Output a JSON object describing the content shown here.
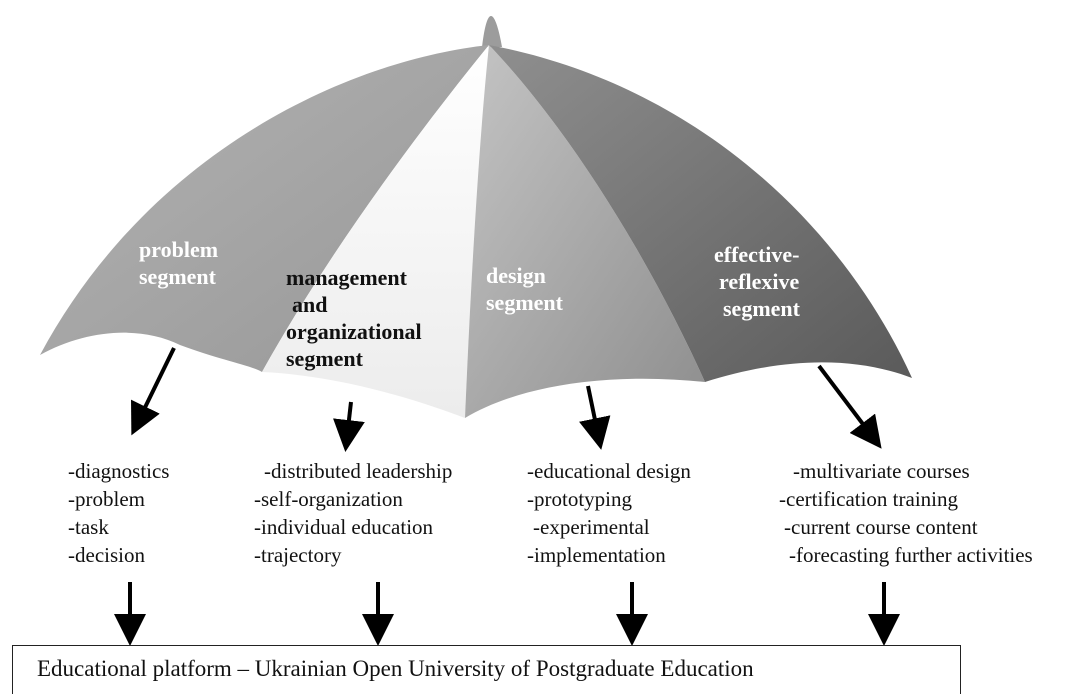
{
  "segments": {
    "problem": {
      "line1": "problem",
      "line2": "segment"
    },
    "management": {
      "line1": "management",
      "line2": "and",
      "line3": "organizational",
      "line4": "segment"
    },
    "design": {
      "line1": "design",
      "line2": "segment"
    },
    "reflexive": {
      "line1": "effective-",
      "line2": "reflexive",
      "line3": "segment"
    }
  },
  "lists": {
    "problem": [
      "-diagnostics",
      "-problem",
      "-task",
      "-decision"
    ],
    "management": [
      "-distributed leadership",
      "-self-organization",
      "-individual education",
      "-trajectory"
    ],
    "design": [
      "-educational design",
      "-prototyping",
      "-experimental",
      "-implementation"
    ],
    "reflexive": [
      "-multivariate courses",
      "-certification training",
      "-current course content",
      "-forecasting further activities"
    ]
  },
  "platform": {
    "text": "Educational platform – Ukrainian Open University of Postgraduate Education"
  },
  "colors": {
    "panel_light": "#a3a3a3",
    "panel_white": "#f7f7f7",
    "panel_mid": "#9a9a9a",
    "panel_dark": "#6f6f6f",
    "arrow": "#000000"
  }
}
